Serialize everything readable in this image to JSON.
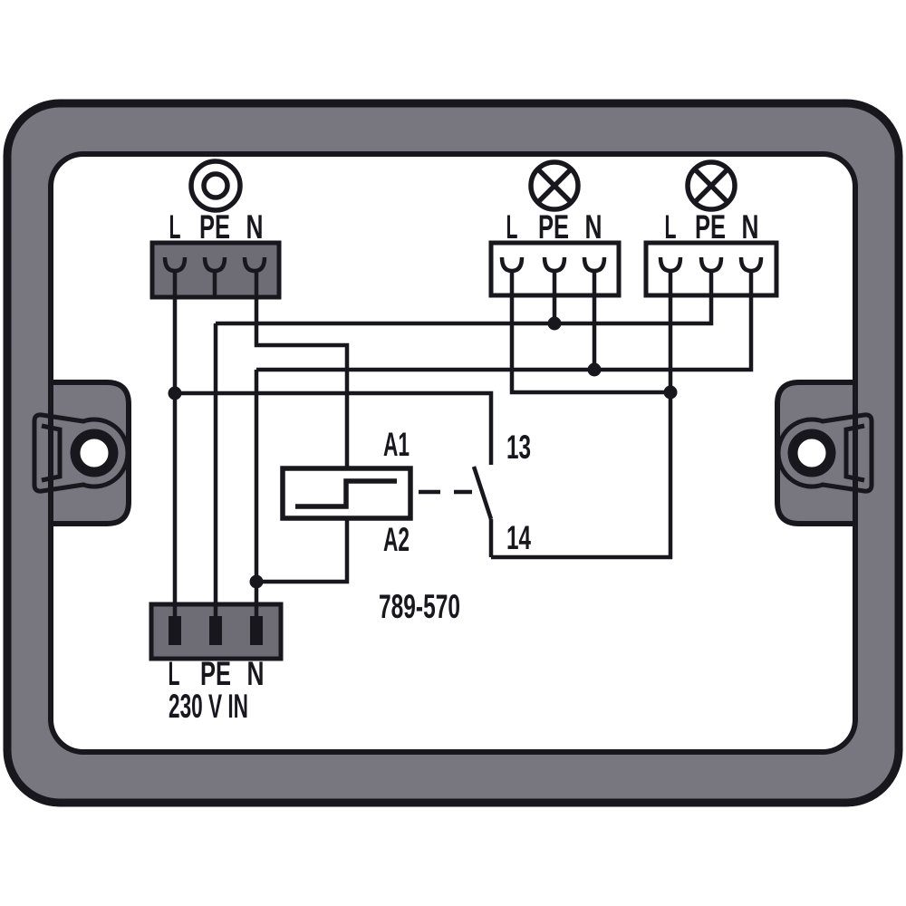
{
  "colors": {
    "frame": "#787780",
    "block": "#6e6d75",
    "line": "#17171d",
    "background": "#ffffff"
  },
  "relay": {
    "model": "789-570",
    "coil_terminal_top": "A1",
    "coil_terminal_bottom": "A2",
    "contact_terminal_top": "13",
    "contact_terminal_bottom": "14"
  },
  "connectors": {
    "switch_input": {
      "icon": "switch-icon",
      "terminals": [
        "L",
        "PE",
        "N"
      ]
    },
    "lamp_output_left": {
      "icon": "lamp-icon",
      "terminals": [
        "L",
        "PE",
        "N"
      ]
    },
    "lamp_output_right": {
      "icon": "lamp-icon",
      "terminals": [
        "L",
        "PE",
        "N"
      ]
    },
    "mains_input": {
      "terminals": [
        "L",
        "PE",
        "N"
      ],
      "caption": "230 V IN"
    }
  }
}
